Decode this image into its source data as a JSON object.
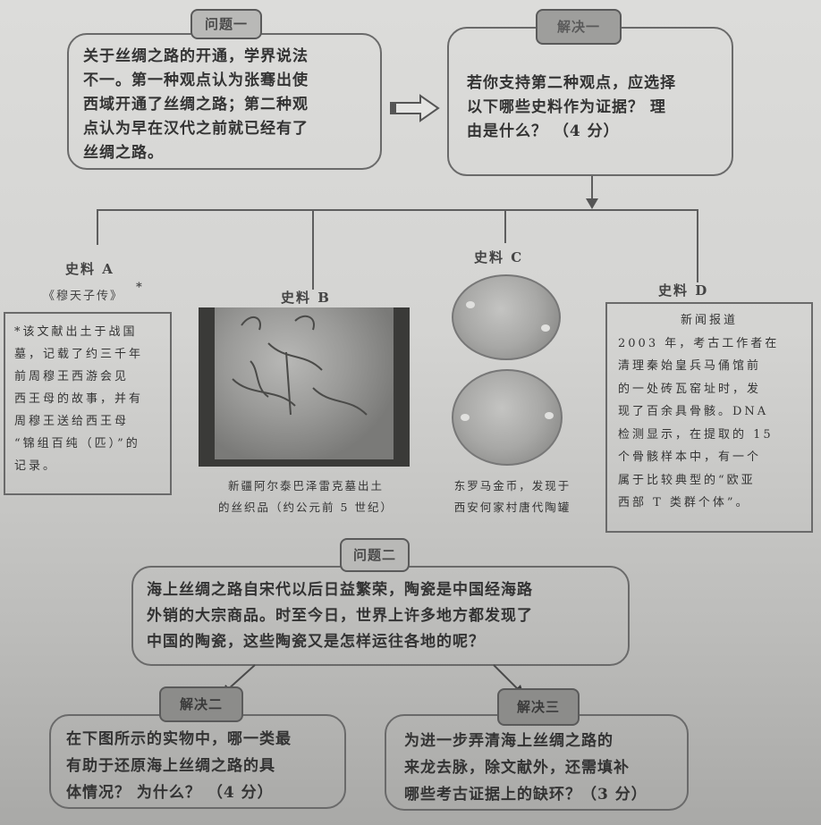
{
  "question1": {
    "tag": "问题一",
    "lines": [
      "关于丝绸之路的开通，学界说法",
      "不一。第一种观点认为张骞出使",
      "西域开通了丝绸之路；第二种观",
      "点认为早在汉代之前就已经有了",
      "丝绸之路。"
    ]
  },
  "solution1": {
    "tag": "解决一",
    "lines": [
      "若你支持第二种观点，应选择",
      "以下哪些史料作为证据？ 理",
      "由是什么？ （4 分）"
    ],
    "arrow_icon": "right-arrow"
  },
  "materials": {
    "a": {
      "label": "史料 A",
      "title": "《穆天子传》",
      "note_mark": "*",
      "note_lines": [
        "*该文献出土于战国",
        "墓，记载了约三千年",
        "前周穆王西游会见",
        "西王母的故事，并有",
        "周穆王送给西王母",
        "“锦组百纯（匹）”的",
        "记录。"
      ]
    },
    "b": {
      "label": "史料 B",
      "image": "silk-textile-photo",
      "caption_lines": [
        "新疆阿尔泰巴泽雷克墓出土",
        "的丝织品（约公元前 5 世纪）"
      ]
    },
    "c": {
      "label": "史料 C",
      "image": "byzantine-gold-coins-photo",
      "caption_lines": [
        "东罗马金币，发现于",
        "西安何家村唐代陶罐"
      ]
    },
    "d": {
      "label": "史料 D",
      "heading": "新闻报道",
      "lines": [
        "2003 年，考古工作者在",
        "清理秦始皇兵马俑馆前",
        "的一处砖瓦窑址时，发",
        "现了百余具骨骸。DNA",
        "检测显示，在提取的 15",
        "个骨骸样本中，有一个",
        "属于比较典型的“欧亚",
        "西部 T 类群个体”。"
      ]
    }
  },
  "question2": {
    "tag": "问题二",
    "lines": [
      "海上丝绸之路自宋代以后日益繁荣，陶瓷是中国经海路",
      "外销的大宗商品。时至今日，世界上许多地方都发现了",
      "中国的陶瓷，这些陶瓷又是怎样运往各地的呢？"
    ]
  },
  "solution2": {
    "tag": "解决二",
    "lines": [
      "在下图所示的实物中，哪一类最",
      "有助于还原海上丝绸之路的具",
      "体情况？ 为什么？ （4 分）"
    ]
  },
  "solution3": {
    "tag": "解决三",
    "lines": [
      "为进一步弄清海上丝绸之路的",
      "来龙去脉，除文献外，还需填补",
      "哪些考古证据上的缺环？（3 分）"
    ]
  }
}
